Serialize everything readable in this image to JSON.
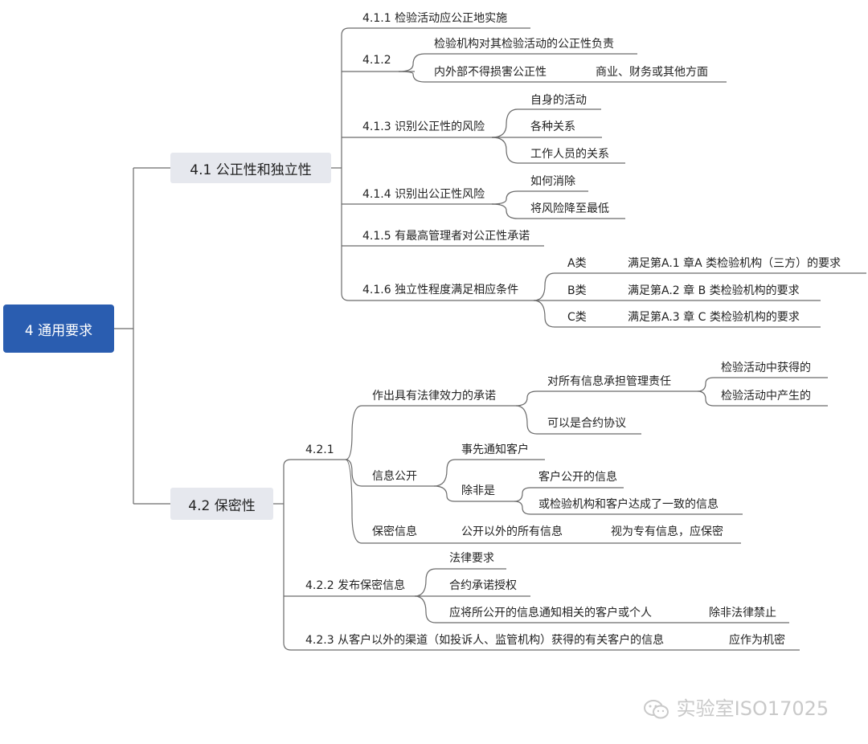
{
  "root": "4 通用要求",
  "s41": {
    "title": "4.1 公正性和独立性",
    "n411": "4.1.1 检验活动应公正地实施",
    "n412": "4.1.2",
    "n412_a": "检验机构对其检验活动的公正性负责",
    "n412_b": "内外部不得损害公正性",
    "n412_b1": "商业、财务或其他方面",
    "n413": "4.1.3 识别公正性的风险",
    "n413_a": "自身的活动",
    "n413_b": "各种关系",
    "n413_c": "工作人员的关系",
    "n414": "4.1.4 识别出公正性风险",
    "n414_a": "如何消除",
    "n414_b": "将风险降至最低",
    "n415": "4.1.5 有最高管理者对公正性承诺",
    "n416": "4.1.6 独立性程度满足相应条件",
    "n416_a": "A类",
    "n416_a1": "满足第A.1 章A 类检验机构（三方）的要求",
    "n416_b": "B类",
    "n416_b1": "满足第A.2 章 B 类检验机构的要求",
    "n416_c": "C类",
    "n416_c1": "满足第A.3 章 C 类检验机构的要求"
  },
  "s42": {
    "title": "4.2 保密性",
    "n421": "4.2.1",
    "commit": "作出具有法律效力的承诺",
    "commit_a": "对所有信息承担管理责任",
    "commit_a1": "检验活动中获得的",
    "commit_a2": "检验活动中产生的",
    "commit_b": "可以是合约协议",
    "disclose": "信息公开",
    "disclose_a": "事先通知客户",
    "disclose_b": "除非是",
    "disclose_b1": "客户公开的信息",
    "disclose_b2": "或检验机构和客户达成了一致的信息",
    "secret": "保密信息",
    "secret_a": "公开以外的所有信息",
    "secret_a1": "视为专有信息，应保密",
    "n422": "4.2.2 发布保密信息",
    "n422_a": "法律要求",
    "n422_b": "合约承诺授权",
    "n422_c": "应将所公开的信息通知相关的客户或个人",
    "n422_c1": "除非法律禁止",
    "n423": "4.2.3 从客户以外的渠道（如投诉人、监管机构）获得的有关客户的信息",
    "n423_a": "应作为机密"
  },
  "watermark": "实验室ISO17025"
}
